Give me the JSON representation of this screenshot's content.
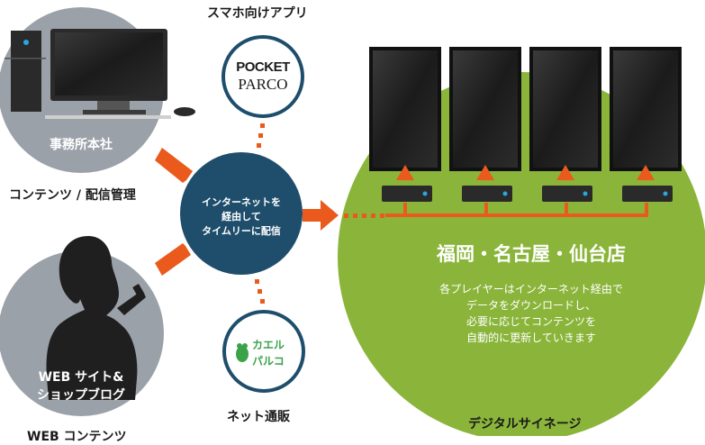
{
  "app_label": "スマホ向けアプリ",
  "office": {
    "title": "事務所本社",
    "caption": "コンテンツ / 配信管理"
  },
  "web": {
    "title_line1": "WEB サイト&",
    "title_line2": "ショップブログ",
    "caption": "WEB コンテンツ"
  },
  "hub": {
    "line1": "インターネットを",
    "line2": "経由して",
    "line3": "タイムリーに配信"
  },
  "pocket_parco": {
    "line1": "POCKET",
    "line2": "PARCO"
  },
  "kaeru": {
    "line1": "カエル",
    "line2": "パルコ"
  },
  "net_label": "ネット通販",
  "stores": {
    "title": "福岡・名古屋・仙台店",
    "desc1": "各プレイヤーはインターネット経由で",
    "desc2": "データをダウンロードし、",
    "desc3": "必要に応じてコンテンツを",
    "desc4": "自動的に更新していきます",
    "caption": "デジタルサイネージ"
  },
  "colors": {
    "gray_circle": "#9ba1a9",
    "navy": "#1e4e6b",
    "green": "#8ab53a",
    "orange": "#ea5a1c",
    "screen": "#1f1f1f"
  }
}
